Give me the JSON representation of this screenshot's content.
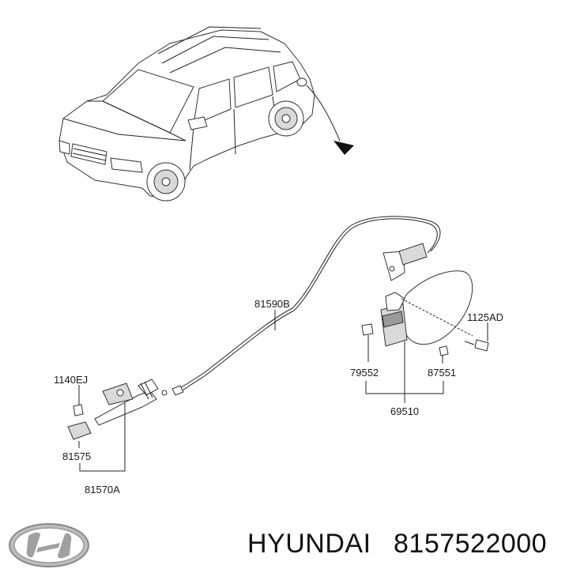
{
  "diagram": {
    "labels": {
      "cable": "81590B",
      "screw": "1125AD",
      "bumper_left": "79552",
      "bumper_right": "87551",
      "housing_assy": "69510",
      "bolt": "1140EJ",
      "handle": "81575",
      "lever_assy": "81570A"
    }
  },
  "footer": {
    "brand": "HYUNDAI",
    "part_number": "8157522000"
  },
  "colors": {
    "line": "#222222",
    "shade": "#d9d9d9",
    "text": "#111111"
  }
}
